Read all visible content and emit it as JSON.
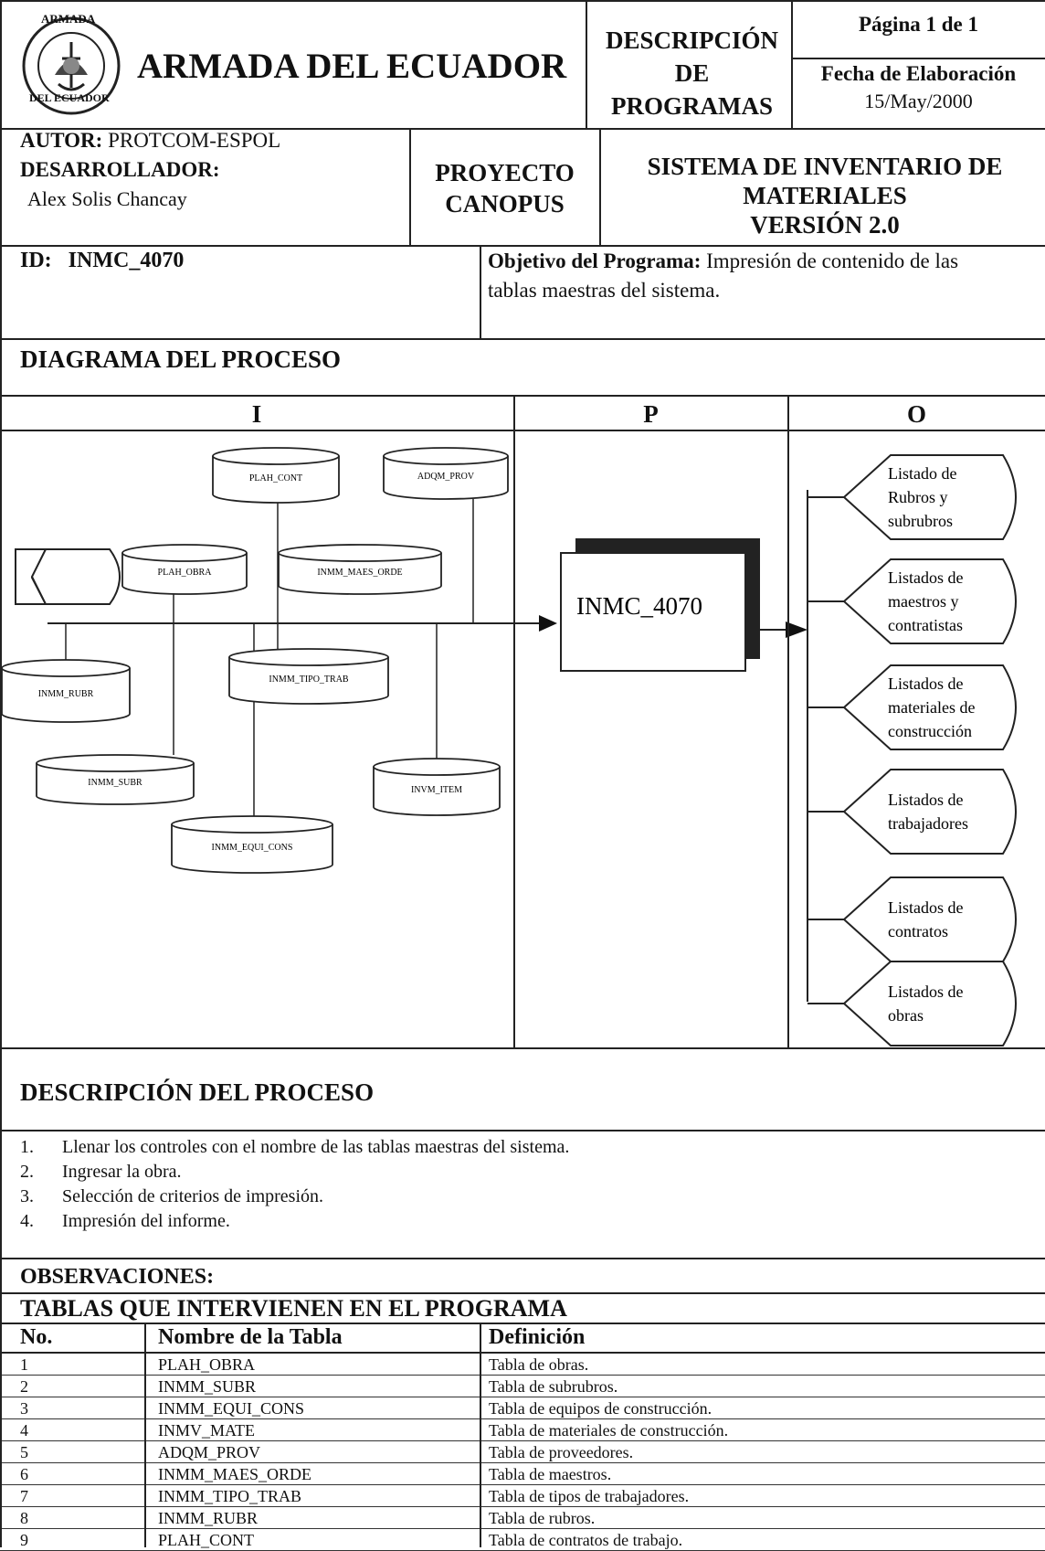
{
  "header": {
    "organization": "ARMADA DEL ECUADOR",
    "seal_text_top": "ARMADA",
    "seal_text_bottom": "DEL ECUADOR",
    "doc_type_line1": "DESCRIPCIÓN",
    "doc_type_line2": "DE",
    "doc_type_line3": "PROGRAMAS",
    "page": "Página 1 de 1",
    "date_label": "Fecha de Elaboración",
    "date_value": "15/May/2000"
  },
  "info": {
    "autor_label": "AUTOR:",
    "autor_value": "PROTCOM-ESPOL",
    "dev_label": "DESARROLLADOR:",
    "dev_value": "Alex Solis Chancay",
    "project_line1": "PROYECTO",
    "project_line2": "CANOPUS",
    "system_line1": "SISTEMA DE INVENTARIO DE",
    "system_line2": "MATERIALES",
    "system_line3": "VERSIÓN 2.0"
  },
  "id_row": {
    "id_label": "ID:",
    "id_value": "INMC_4070",
    "objective_label": "Objetivo del Programa:",
    "objective_line1": "Impresión de contenido de las",
    "objective_line2": "tablas maestras del sistema."
  },
  "diagram": {
    "title": "DIAGRAMA DEL PROCESO",
    "col_i": "I",
    "col_p": "P",
    "col_o": "O",
    "tables": {
      "plah_cont": "PLAH_CONT",
      "adqm_prov": "ADQM_PROV",
      "plah_obra": "PLAH_OBRA",
      "inmm_maes_orde": "INMM_MAES_ORDE",
      "inmm_tipo_trab": "INMM_TIPO_TRAB",
      "inmm_rubr": "INMM_RUBR",
      "inmm_subr": "INMM_SUBR",
      "invm_item": "INVM_ITEM",
      "inmm_equi_cons": "INMM_EQUI_CONS"
    },
    "process": "INMC_4070",
    "outputs": [
      {
        "line1": "Listado de",
        "line2": "Rubros y",
        "line3": "subrubros"
      },
      {
        "line1": "Listados de",
        "line2": "maestros y",
        "line3": "contratistas"
      },
      {
        "line1": "Listados de",
        "line2": "materiales de",
        "line3": "construcción"
      },
      {
        "line1": "Listados de",
        "line2": "trabajadores",
        "line3": ""
      },
      {
        "line1": "Listados de",
        "line2": "contratos",
        "line3": ""
      },
      {
        "line1": "Listados de",
        "line2": "obras",
        "line3": ""
      }
    ]
  },
  "description": {
    "title": "DESCRIPCIÓN DEL PROCESO",
    "steps": [
      {
        "num": "1.",
        "text": "Llenar los controles con el nombre de las tablas maestras del sistema."
      },
      {
        "num": "2.",
        "text": "Ingresar la obra."
      },
      {
        "num": "3.",
        "text": "Selección de criterios de impresión."
      },
      {
        "num": "4.",
        "text": "Impresión del informe."
      }
    ]
  },
  "observations": {
    "label": "OBSERVACIONES:"
  },
  "tables_section": {
    "title": "TABLAS QUE INTERVIENEN EN EL PROGRAMA",
    "headers": {
      "no": "No.",
      "name": "Nombre de la Tabla",
      "def": "Definición"
    },
    "rows": [
      {
        "no": "1",
        "name": "PLAH_OBRA",
        "def": "Tabla de obras."
      },
      {
        "no": "2",
        "name": "INMM_SUBR",
        "def": "Tabla de subrubros."
      },
      {
        "no": "3",
        "name": "INMM_EQUI_CONS",
        "def": "Tabla de equipos de construcción."
      },
      {
        "no": "4",
        "name": "INMV_MATE",
        "def": "Tabla de materiales de construcción."
      },
      {
        "no": "5",
        "name": "ADQM_PROV",
        "def": "Tabla de proveedores."
      },
      {
        "no": "6",
        "name": "INMM_MAES_ORDE",
        "def": "Tabla de maestros."
      },
      {
        "no": "7",
        "name": "INMM_TIPO_TRAB",
        "def": "Tabla de tipos de trabajadores."
      },
      {
        "no": "8",
        "name": "INMM_RUBR",
        "def": "Tabla de rubros."
      },
      {
        "no": "9",
        "name": "PLAH_CONT",
        "def": "Tabla de contratos de trabajo."
      }
    ]
  }
}
